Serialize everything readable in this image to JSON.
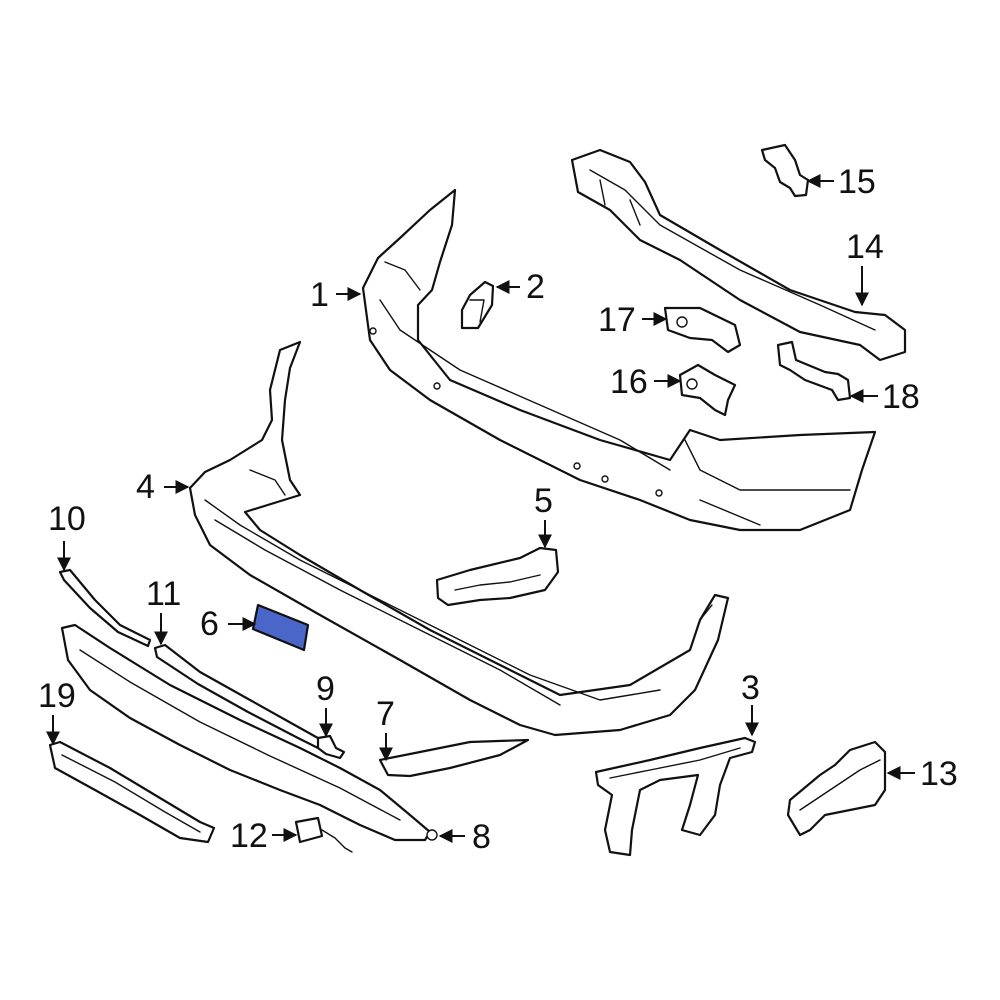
{
  "diagram": {
    "highlight_color": "#4a66c8",
    "line_color": "#111111",
    "callouts": [
      {
        "id": "c1",
        "label": "1"
      },
      {
        "id": "c2",
        "label": "2"
      },
      {
        "id": "c3",
        "label": "3"
      },
      {
        "id": "c4",
        "label": "4"
      },
      {
        "id": "c5",
        "label": "5"
      },
      {
        "id": "c6",
        "label": "6"
      },
      {
        "id": "c7",
        "label": "7"
      },
      {
        "id": "c8",
        "label": "8"
      },
      {
        "id": "c9",
        "label": "9"
      },
      {
        "id": "c10",
        "label": "10"
      },
      {
        "id": "c11",
        "label": "11"
      },
      {
        "id": "c12",
        "label": "12"
      },
      {
        "id": "c13",
        "label": "13"
      },
      {
        "id": "c14",
        "label": "14"
      },
      {
        "id": "c15",
        "label": "15"
      },
      {
        "id": "c16",
        "label": "16"
      },
      {
        "id": "c17",
        "label": "17"
      },
      {
        "id": "c18",
        "label": "18"
      },
      {
        "id": "c19",
        "label": "19"
      }
    ]
  }
}
